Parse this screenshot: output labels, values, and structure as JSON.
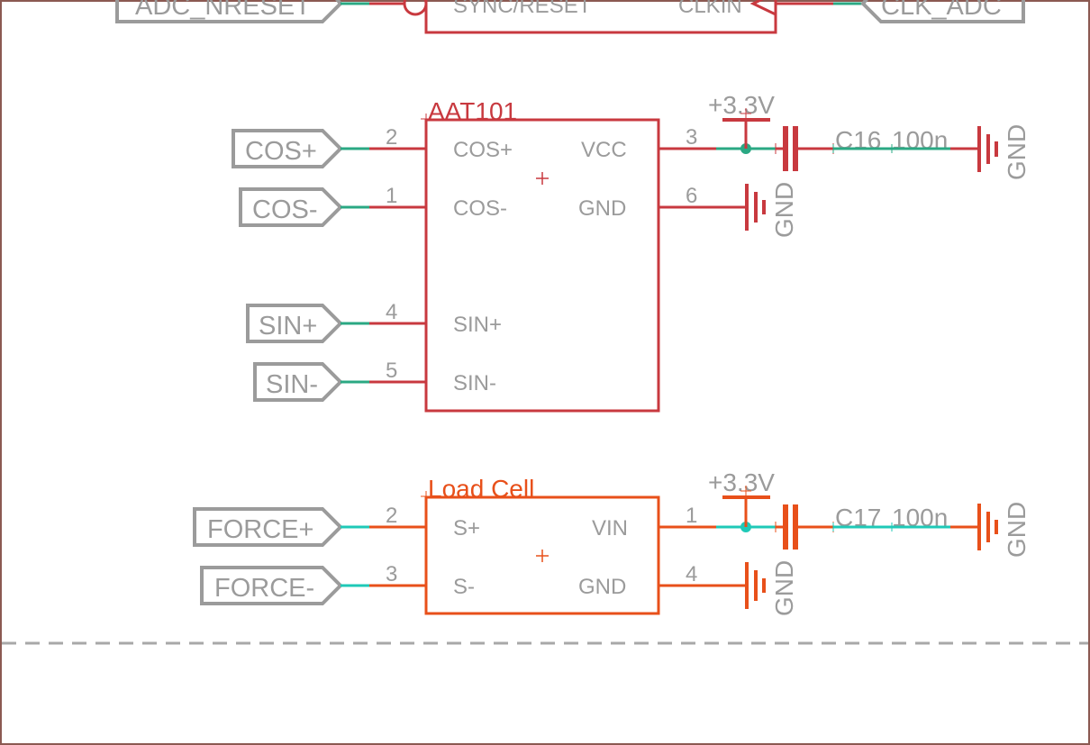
{
  "colors": {
    "frame": "#8b5a52",
    "body_red": "#c8393f",
    "body_orange": "#e8501a",
    "net_green": "#2aa883",
    "net_cyan": "#1fc9b7",
    "label_gray": "#9b9b9b",
    "divider": "#a8a8a8"
  },
  "top_partial": {
    "left_label": "ADC_NRESET",
    "right_label": "CLK_ADC",
    "pin_left": "SYNC/RESET",
    "pin_right": "CLKIN"
  },
  "aat101": {
    "name": "AAT101",
    "pins": {
      "cos_pos": {
        "num": "2",
        "name": "COS+",
        "net": "COS+"
      },
      "cos_neg": {
        "num": "1",
        "name": "COS-",
        "net": "COS-"
      },
      "sin_pos": {
        "num": "4",
        "name": "SIN+",
        "net": "SIN+"
      },
      "sin_neg": {
        "num": "5",
        "name": "SIN-",
        "net": "SIN-"
      },
      "vcc": {
        "num": "3",
        "name": "VCC"
      },
      "gnd": {
        "num": "6",
        "name": "GND"
      }
    },
    "supply": "+3.3V",
    "cap": {
      "ref": "C16",
      "value": "100n"
    },
    "gnd_label_cap": "GND",
    "gnd_label_pin": "GND"
  },
  "loadcell": {
    "name": "Load Cell",
    "pins": {
      "s_pos": {
        "num": "2",
        "name": "S+",
        "net": "FORCE+"
      },
      "s_neg": {
        "num": "3",
        "name": "S-",
        "net": "FORCE-"
      },
      "vin": {
        "num": "1",
        "name": "VIN"
      },
      "gnd": {
        "num": "4",
        "name": "GND"
      }
    },
    "supply": "+3.3V",
    "cap": {
      "ref": "C17",
      "value": "100n"
    },
    "gnd_label_cap": "GND",
    "gnd_label_pin": "GND"
  }
}
